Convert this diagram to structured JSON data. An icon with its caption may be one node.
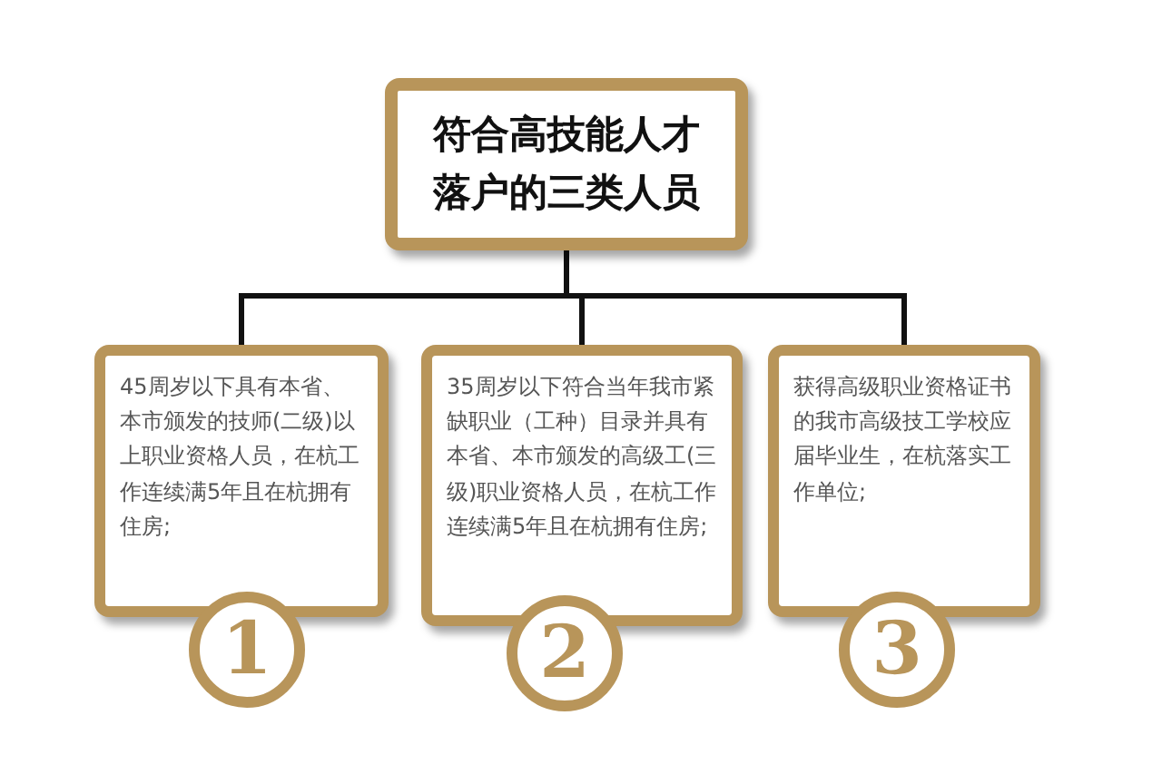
{
  "diagram": {
    "nodes": [
      {
        "text": [
          "符合高技能人才落户的三类人员"
        ]
      },
      {
        "text": [
          "45周岁以下具有本省、本市颁发的技师(二级)以上职业资格人员，在杭工作连续满5年且在杭拥有住房;"
        ]
      },
      {
        "text": [
          "35周岁以下符合当年我市紧缺职业（工种）目录并具有本省、本市颁发的高级工(三级)职业资格人员，在杭工作连续满5年且在杭拥有住房;"
        ]
      },
      {
        "text": [
          "获得高级职业资格证书的我市高级技工学校应届毕业生，在杭落实工作单位;"
        ]
      },
      {
        "text": [
          "1"
        ]
      },
      {
        "text": [
          "2"
        ]
      },
      {
        "text": [
          "3"
        ]
      }
    ],
    "edges": [
      {
        "from": 0,
        "to": 1,
        "arrow": "none"
      },
      {
        "from": 0,
        "to": 2,
        "arrow": "none"
      },
      {
        "from": 0,
        "to": 3,
        "arrow": "none"
      }
    ]
  }
}
